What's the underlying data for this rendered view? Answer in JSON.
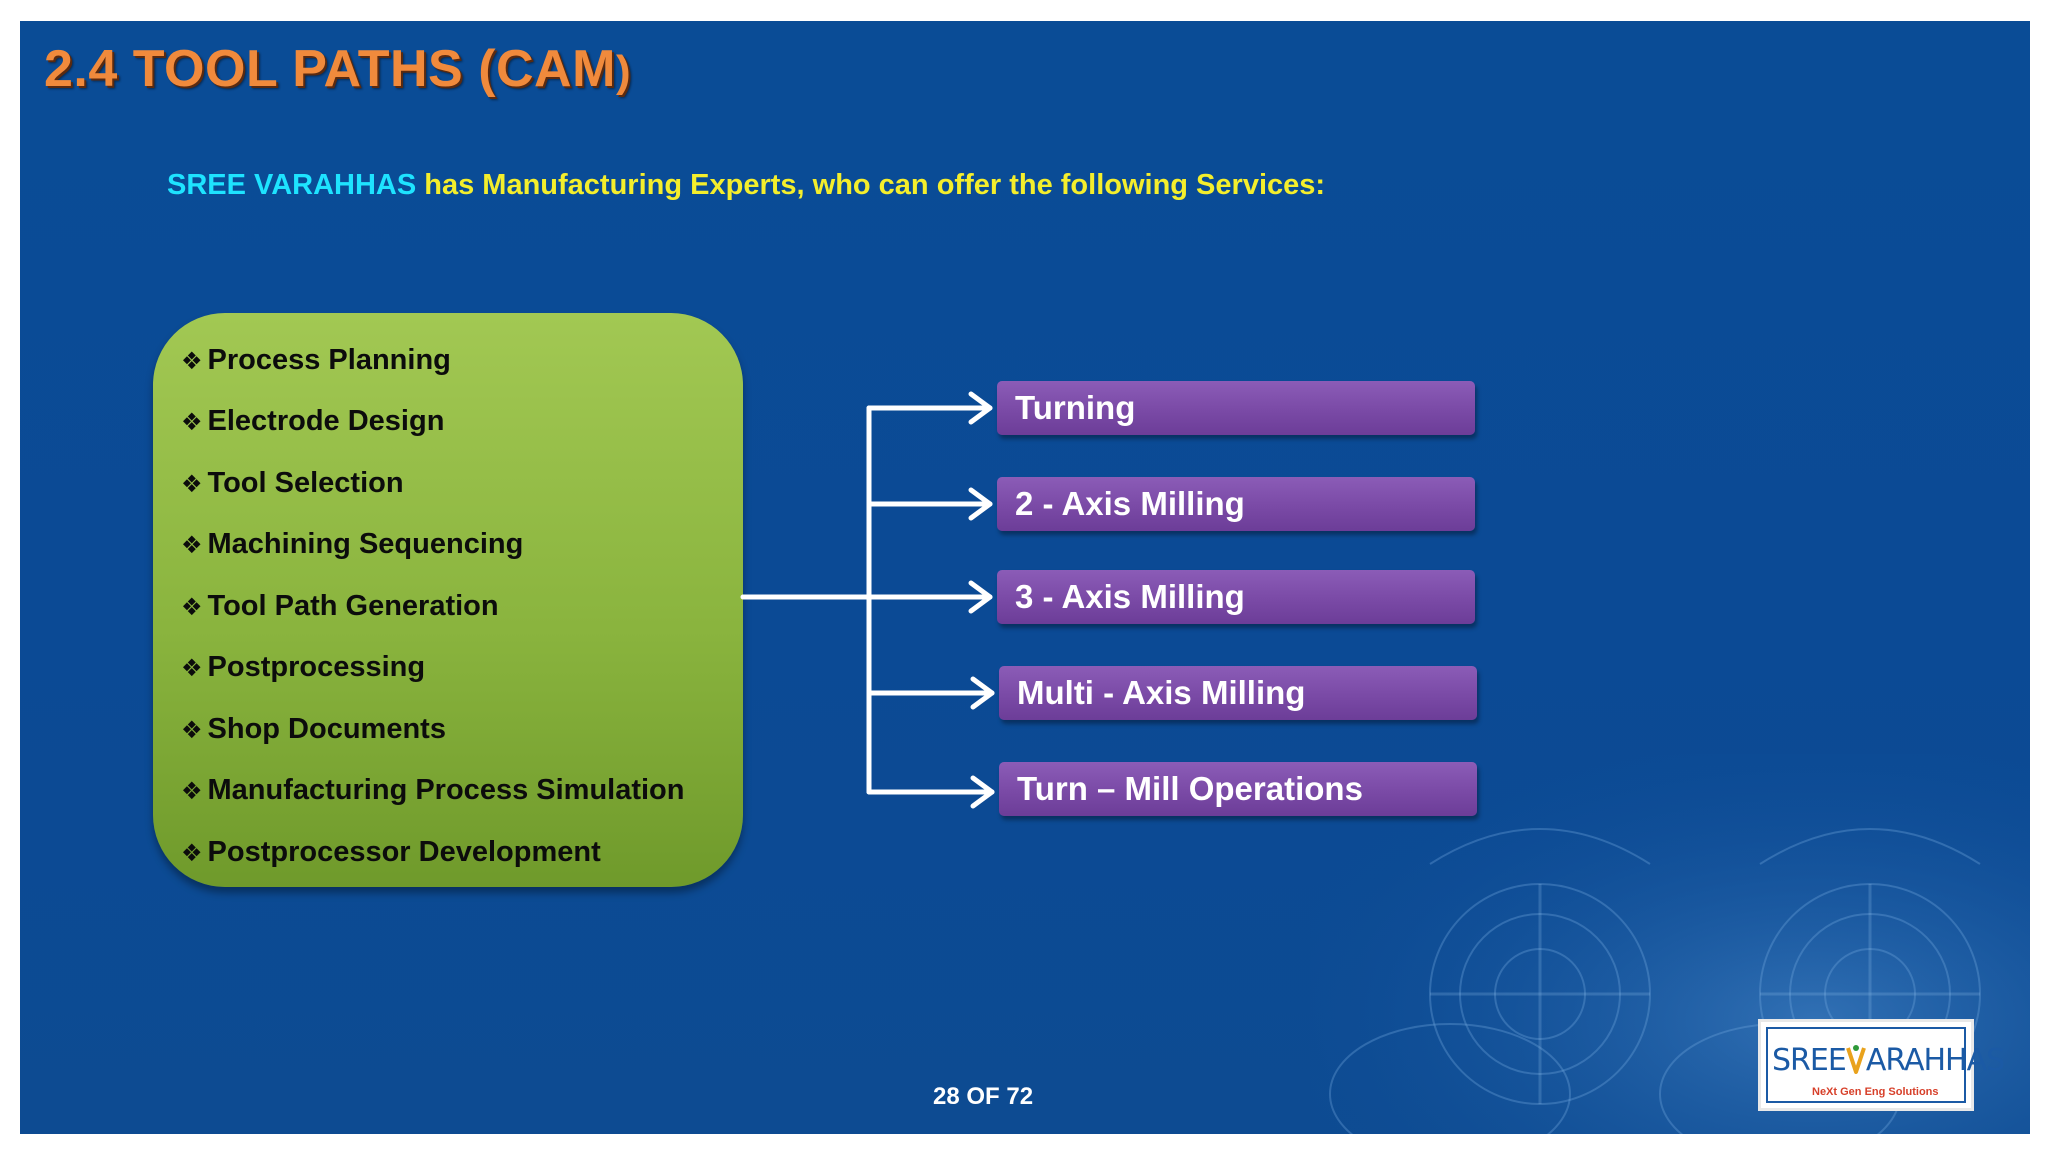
{
  "title": {
    "main": "2.4  TOOL PATHS (CAM",
    "close_paren": ")"
  },
  "intro": {
    "brand": "SREE VARAHHAS",
    "text": " has Manufacturing Experts, who can offer the following Services:"
  },
  "services": {
    "bullet": "❖",
    "items": [
      "Process Planning",
      "Electrode Design",
      "Tool Selection",
      "Machining Sequencing",
      "Tool Path Generation",
      "Postprocessing",
      "Shop Documents",
      "Manufacturing Process Simulation",
      "Postprocessor Development"
    ]
  },
  "operations": [
    "Turning",
    "2 - Axis Milling",
    "3 - Axis Milling",
    "Multi - Axis Milling",
    "Turn – Mill Operations"
  ],
  "page_number": "28 OF 72",
  "logo": {
    "wordmark_left": "SREE",
    "wordmark_right": "ARAHHAS",
    "tagline": "NeXt Gen Eng Solutions"
  },
  "colors": {
    "background": "#0b4a95",
    "title": "#f08a3c",
    "intro_text": "#f4ee2c",
    "brand_text": "#1ee3ff",
    "services_box": "#8ab43e",
    "operation_box": "#7a4aa6",
    "connector": "#ffffff"
  }
}
